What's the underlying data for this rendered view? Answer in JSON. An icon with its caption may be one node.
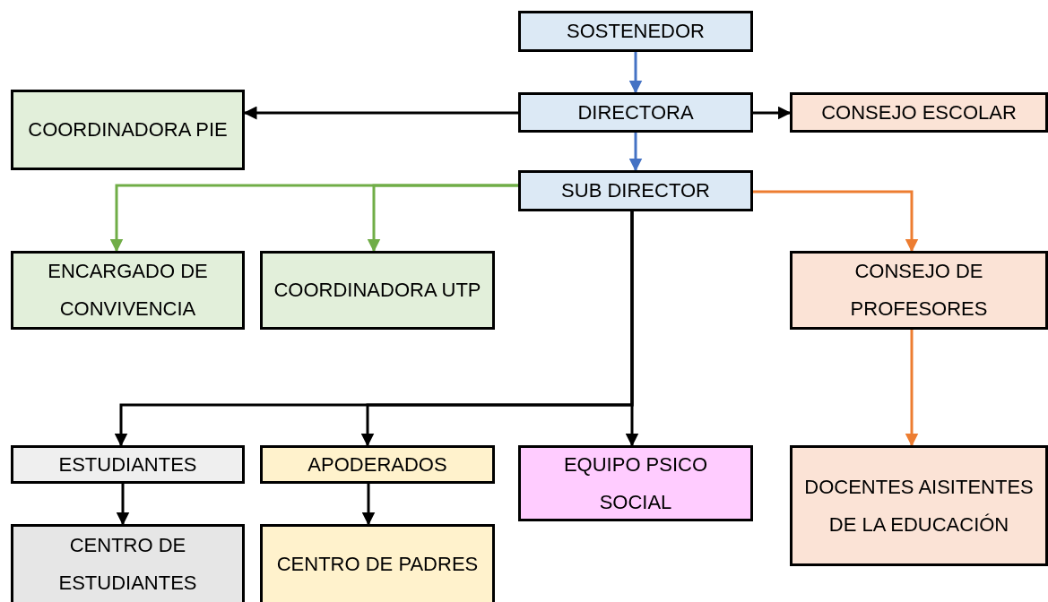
{
  "diagram": {
    "nodes": [
      {
        "text": [
          "SOSTENEDOR"
        ]
      },
      {
        "text": [
          "DIRECTORA"
        ]
      },
      {
        "text": [
          "CONSEJO ESCOLAR"
        ]
      },
      {
        "text": [
          "COORDINADORA PIE"
        ]
      },
      {
        "text": [
          "SUB DIRECTOR"
        ]
      },
      {
        "text": [
          "ENCARGADO DE CONVIVENCIA"
        ]
      },
      {
        "text": [
          "COORDINADORA UTP"
        ]
      },
      {
        "text": [
          "CONSEJO DE PROFESORES"
        ]
      },
      {
        "text": [
          "ESTUDIANTES"
        ]
      },
      {
        "text": [
          "APODERADOS"
        ]
      },
      {
        "text": [
          "EQUIPO PSICO SOCIAL"
        ]
      },
      {
        "text": [
          "DOCENTES AISITENTES DE LA EDUCACIÓN"
        ]
      },
      {
        "text": [
          "CENTRO DE ESTUDIANTES"
        ]
      },
      {
        "text": [
          "CENTRO DE PADRES"
        ]
      }
    ],
    "edges": [
      {
        "from": 0,
        "to": 1,
        "arrow": "to",
        "color": "#4472c4"
      },
      {
        "from": 1,
        "to": 3,
        "arrow": "to"
      },
      {
        "from": 1,
        "to": 2,
        "arrow": "to"
      },
      {
        "from": 1,
        "to": 4,
        "arrow": "to",
        "color": "#4472c4"
      },
      {
        "from": 4,
        "to": 5,
        "arrow": "to",
        "color": "#70ad47"
      },
      {
        "from": 4,
        "to": 6,
        "arrow": "to",
        "color": "#70ad47"
      },
      {
        "from": 4,
        "to": 7,
        "arrow": "to",
        "color": "#ed7d31"
      },
      {
        "from": 4,
        "to": 8,
        "arrow": "to"
      },
      {
        "from": 4,
        "to": 9,
        "arrow": "to"
      },
      {
        "from": 4,
        "to": 10,
        "arrow": "to"
      },
      {
        "from": 7,
        "to": 11,
        "arrow": "to",
        "color": "#ed7d31"
      },
      {
        "from": 8,
        "to": 12,
        "arrow": "to"
      },
      {
        "from": 9,
        "to": 13,
        "arrow": "to"
      }
    ]
  }
}
